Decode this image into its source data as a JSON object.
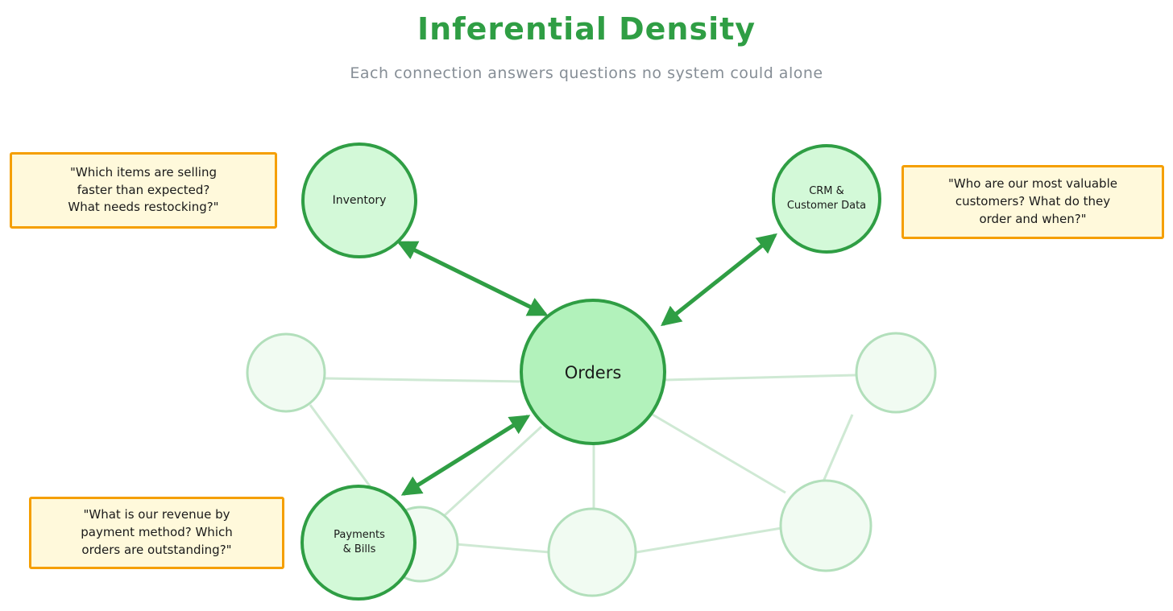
{
  "header": {
    "title": "Inferential Density",
    "subtitle": "Each connection answers questions no system could alone"
  },
  "nodes": {
    "orders": {
      "label": "Orders"
    },
    "inventory": {
      "label": "Inventory"
    },
    "crm": {
      "label_lines": [
        "CRM &",
        "Customer Data"
      ]
    },
    "payments": {
      "label_lines": [
        "Payments",
        "& Bills"
      ]
    }
  },
  "callouts": {
    "inventory": {
      "lines": [
        "\"Which items are selling",
        "faster than expected?",
        "What needs restocking?\""
      ]
    },
    "crm": {
      "lines": [
        "\"Who are our most valuable",
        "customers? What do they",
        "order and when?\""
      ]
    },
    "payments": {
      "lines": [
        "\"What is our revenue by",
        "payment method? Which",
        "orders are outstanding?\""
      ]
    }
  },
  "colors": {
    "title": "#2f9e44",
    "subtitle": "#868e96",
    "node_stroke": "#2f9e44",
    "node_fill": "#d3f9d8",
    "center_fill": "#b2f2bb",
    "faded_stroke": "#b2dfbb",
    "faded_fill": "#f1fbf2",
    "faded_line": "#cfe9d4",
    "arrow": "#2f9e44",
    "callout_border": "#f59f00",
    "callout_fill": "#fff9db"
  },
  "icons": {
    "arrow": "double-headed-arrow-icon"
  }
}
